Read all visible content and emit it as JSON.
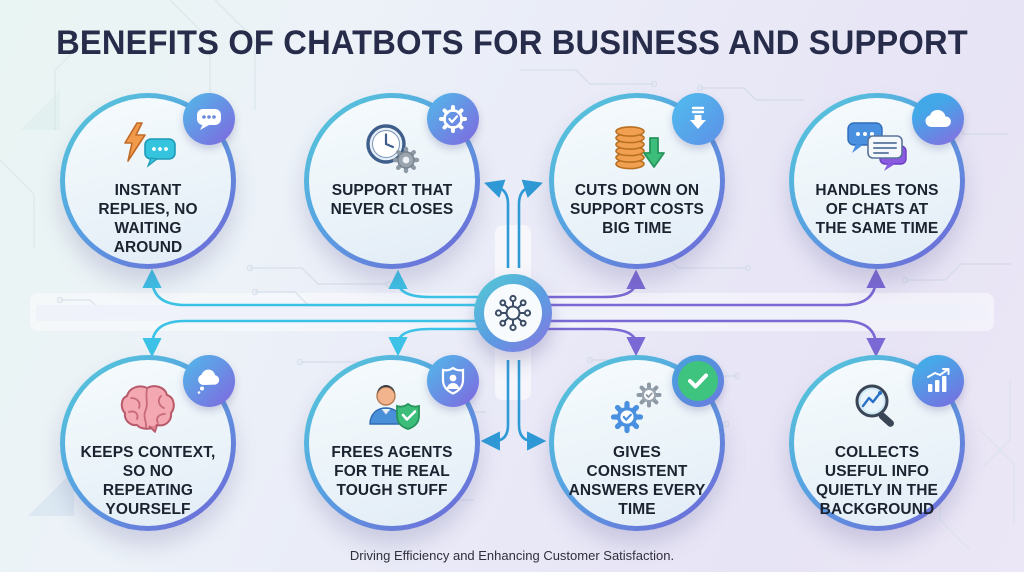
{
  "title": "BENEFITS OF CHATBOTS FOR BUSINESS AND SUPPORT",
  "caption": "Driving Efficiency and Enhancing Customer Satisfaction.",
  "colors": {
    "title_text": "#262c4a",
    "label_text": "#1c2330",
    "ring_gradient_start": "#55cdd8",
    "ring_gradient_end": "#7263d6",
    "left_arrows": "#3cc2e6",
    "right_arrows": "#7a68d4",
    "center_arrows": "#2f9ad6",
    "badge_gradient_start": "#54b2e8",
    "badge_gradient_end": "#7e6ae0",
    "check_badge_green": "#3ec47e",
    "background_start": "#e9f5f2",
    "background_end": "#e7e4f5"
  },
  "center": {
    "icon": "network-hub-icon"
  },
  "benefits": [
    {
      "label": "INSTANT REPLIES, NO WAITING AROUND",
      "icon": "lightning-chat-icon",
      "badge_icon": "chat-dots-icon",
      "position": "top-row-1"
    },
    {
      "label": "SUPPORT THAT NEVER CLOSES",
      "icon": "clock-gear-icon",
      "badge_icon": "gear-check-icon",
      "position": "top-row-2"
    },
    {
      "label": "CUTS DOWN ON SUPPORT COSTS BIG TIME",
      "icon": "coins-down-arrow-icon",
      "badge_icon": "download-arrow-icon",
      "position": "top-row-3"
    },
    {
      "label": "HANDLES TONS OF CHATS AT THE SAME TIME",
      "icon": "chat-bubbles-icon",
      "badge_icon": "cloud-icon",
      "position": "top-row-4"
    },
    {
      "label": "KEEPS CONTEXT, SO NO REPEATING YOURSELF",
      "icon": "brain-icon",
      "badge_icon": "thought-bubble-icon",
      "position": "bottom-row-1"
    },
    {
      "label": "FREES AGENTS FOR THE REAL TOUGH STUFF",
      "icon": "agent-shield-icon",
      "badge_icon": "shield-person-icon",
      "position": "bottom-row-2"
    },
    {
      "label": "GIVES CONSISTENT ANSWERS EVERY TIME",
      "icon": "gears-check-icon",
      "badge_icon": "check-icon",
      "position": "bottom-row-3"
    },
    {
      "label": "COLLECTS USEFUL INFO QUIETLY IN THE BACKGROUND",
      "icon": "magnifier-chart-icon",
      "badge_icon": "bar-chart-icon",
      "position": "bottom-row-4"
    }
  ]
}
